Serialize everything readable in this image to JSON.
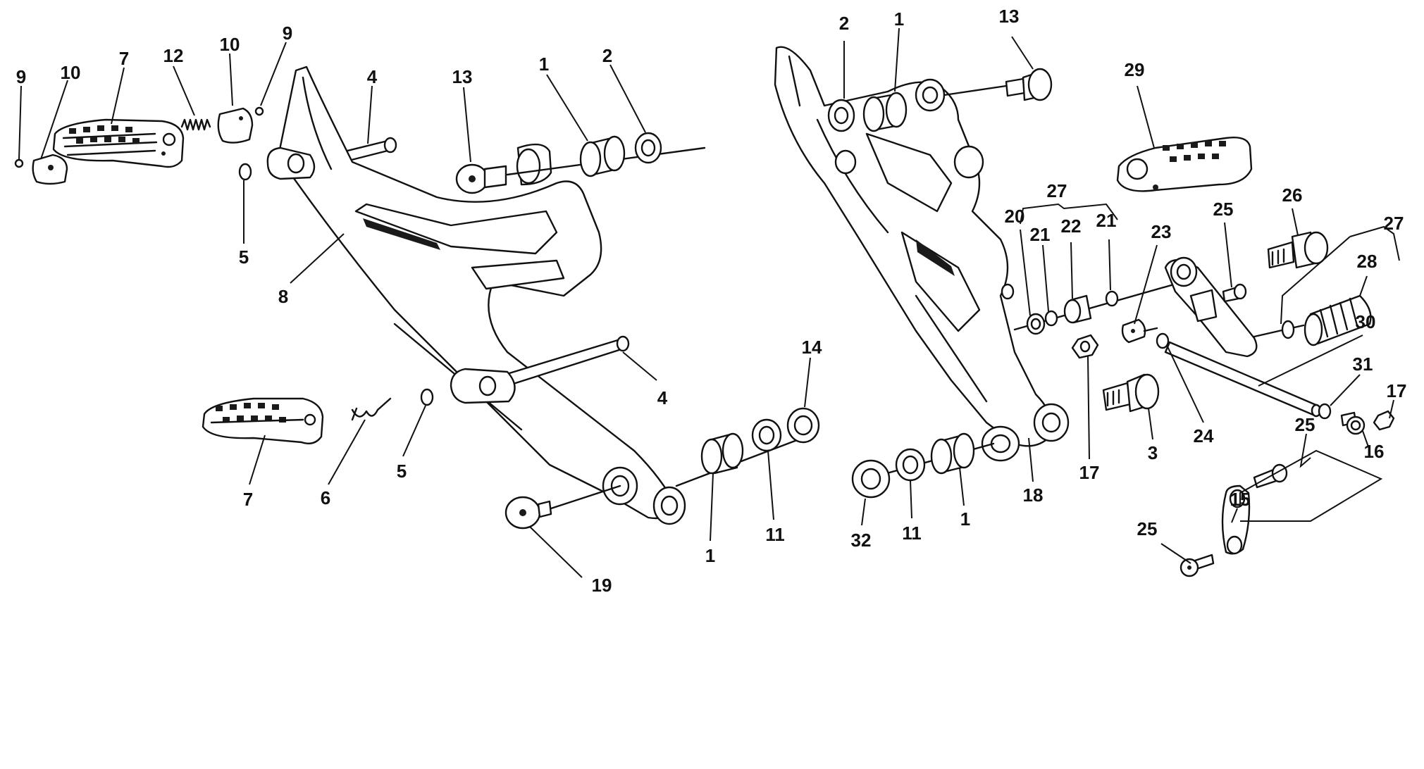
{
  "diagram": {
    "background": "#ffffff",
    "ink_color": "#111111",
    "callouts": [
      {
        "text": "9"
      },
      {
        "text": "10"
      },
      {
        "text": "7"
      },
      {
        "text": "12"
      },
      {
        "text": "10"
      },
      {
        "text": "9"
      },
      {
        "text": "4"
      },
      {
        "text": "5"
      },
      {
        "text": "8"
      },
      {
        "text": "13"
      },
      {
        "text": "1"
      },
      {
        "text": "2"
      },
      {
        "text": "14"
      },
      {
        "text": "4"
      },
      {
        "text": "7"
      },
      {
        "text": "6"
      },
      {
        "text": "5"
      },
      {
        "text": "1"
      },
      {
        "text": "11"
      },
      {
        "text": "19"
      },
      {
        "text": "2"
      },
      {
        "text": "1"
      },
      {
        "text": "13"
      },
      {
        "text": "29"
      },
      {
        "text": "27"
      },
      {
        "text": "20"
      },
      {
        "text": "21"
      },
      {
        "text": "22"
      },
      {
        "text": "21"
      },
      {
        "text": "23"
      },
      {
        "text": "25"
      },
      {
        "text": "26"
      },
      {
        "text": "27"
      },
      {
        "text": "28"
      },
      {
        "text": "30"
      },
      {
        "text": "31"
      },
      {
        "text": "17"
      },
      {
        "text": "24"
      },
      {
        "text": "16"
      },
      {
        "text": "25"
      },
      {
        "text": "15"
      },
      {
        "text": "25"
      },
      {
        "text": "17"
      },
      {
        "text": "3"
      },
      {
        "text": "18"
      },
      {
        "text": "32"
      },
      {
        "text": "11"
      },
      {
        "text": "1"
      }
    ]
  }
}
